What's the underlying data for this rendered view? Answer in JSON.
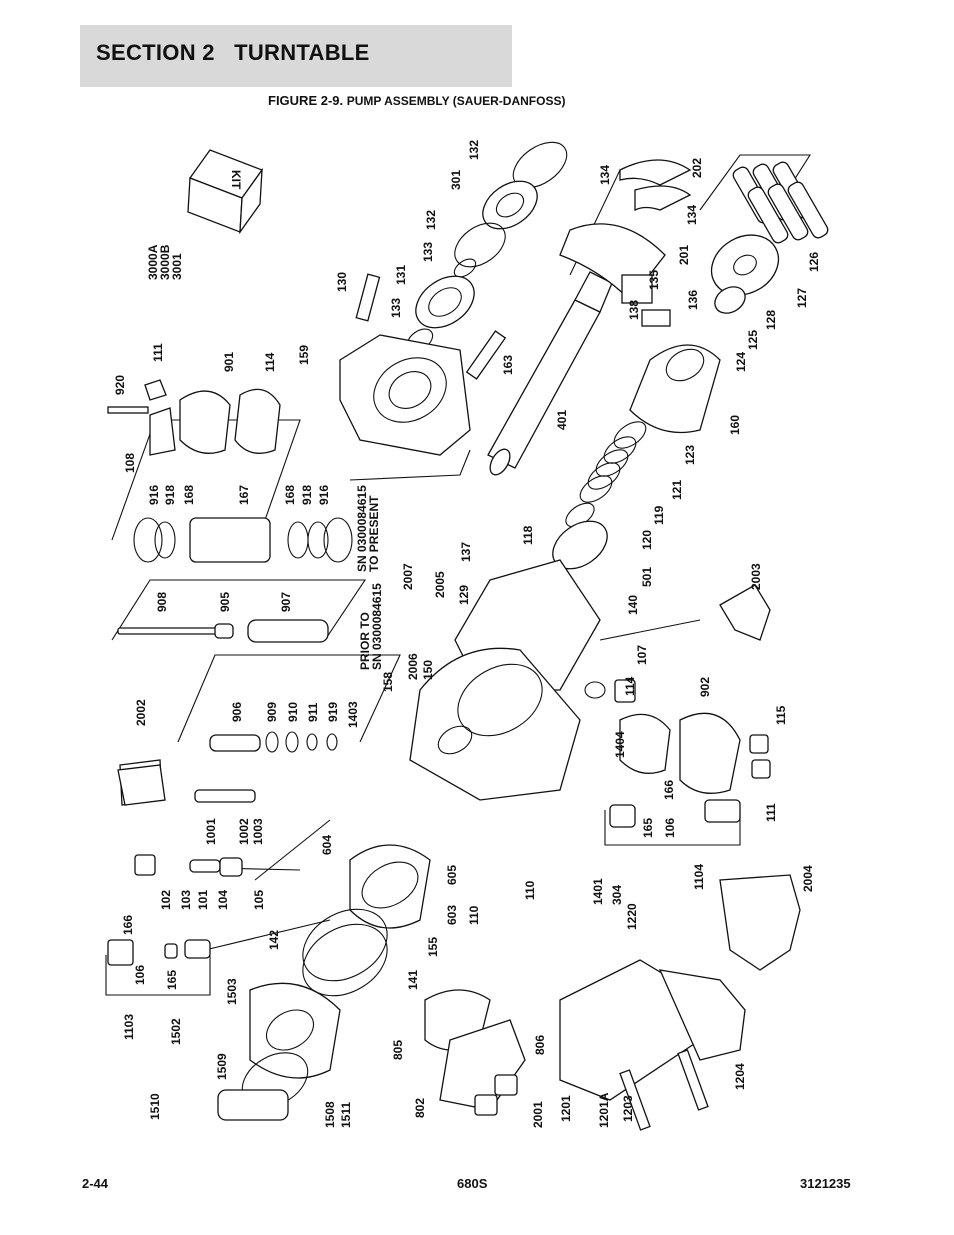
{
  "header": {
    "section": "SECTION 2",
    "title": "TURNTABLE"
  },
  "figure": {
    "number": "FIGURE 2-9.",
    "caption": "PUMP ASSEMBLY (SAUER-DANFOSS)"
  },
  "kit_label": "KIT",
  "serial_notes": {
    "present": [
      "SN 0300084615",
      "TO PRESENT"
    ],
    "prior": [
      "PRIOR TO",
      "SN 0300084615"
    ]
  },
  "part_callouts": [
    "3000A",
    "3000B",
    "3001",
    "132",
    "301",
    "132",
    "133",
    "131",
    "130",
    "133",
    "159",
    "163",
    "401",
    "134",
    "202",
    "134",
    "201",
    "135",
    "138",
    "136",
    "126",
    "127",
    "128",
    "125",
    "124",
    "160",
    "123",
    "121",
    "119",
    "120",
    "118",
    "501",
    "140",
    "137",
    "129",
    "2007",
    "2005",
    "2003",
    "107",
    "114",
    "902",
    "115",
    "111",
    "166",
    "106",
    "165",
    "1104",
    "1404",
    "1403",
    "150",
    "2006",
    "158",
    "920",
    "111",
    "901",
    "114",
    "108",
    "916",
    "918",
    "168",
    "167",
    "168",
    "918",
    "916",
    "908",
    "905",
    "907",
    "906",
    "909",
    "910",
    "911",
    "919",
    "2002",
    "1001",
    "1002",
    "1003",
    "102",
    "103",
    "101",
    "104",
    "105",
    "604",
    "605",
    "603",
    "155",
    "110",
    "110",
    "1401",
    "304",
    "1220",
    "2004",
    "166",
    "106",
    "165",
    "1103",
    "142",
    "141",
    "1503",
    "1502",
    "1509",
    "1510",
    "1508",
    "1511",
    "805",
    "806",
    "802",
    "2001",
    "1201",
    "1201A",
    "1203",
    "1204"
  ],
  "footer": {
    "page": "2-44",
    "model": "680S",
    "doc_number": "3121235"
  }
}
